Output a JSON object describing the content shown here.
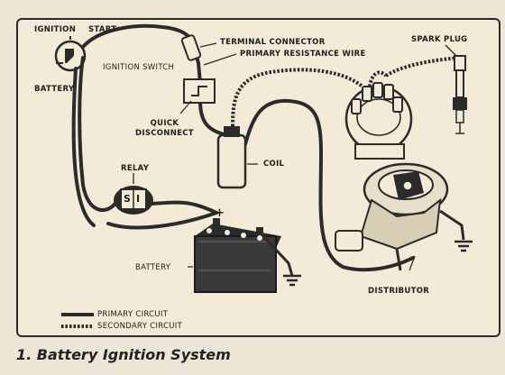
{
  "labels": {
    "ignition": "IGNITION",
    "start": "START",
    "battery_switch": "BATTERY",
    "ignition_switch": "IGNITION SWITCH",
    "terminal_connector": "TERMINAL CONNECTOR",
    "primary_resistance_wire": "PRIMARY RESISTANCE WIRE",
    "spark_plug": "SPARK PLUG",
    "quick_disconnect": "QUICK\nDISCONNECT",
    "coil": "COIL",
    "relay": "RELAY",
    "relay_s": "S",
    "relay_i": "I",
    "battery": "BATTERY",
    "plus": "+",
    "minus": "-",
    "distributor": "DISTRIBUTOR"
  },
  "legend": {
    "primary": "PRIMARY CIRCUIT",
    "secondary": "SECONDARY CIRCUIT"
  },
  "caption": "1.  Battery Ignition System",
  "colors": {
    "paper": "#ede6d6",
    "panel": "#f3ead7",
    "ink": "#2b2b2b"
  }
}
